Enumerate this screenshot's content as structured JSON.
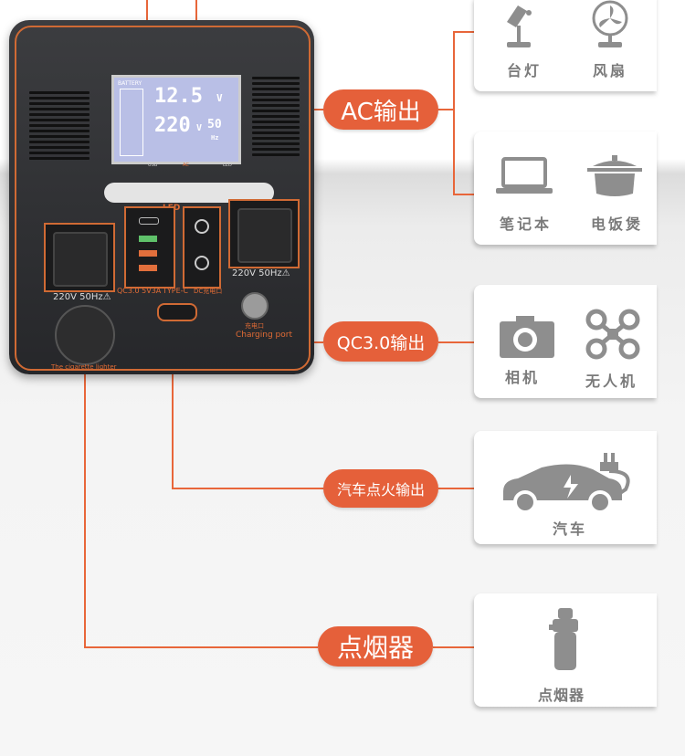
{
  "device": {
    "lcd": {
      "battery_label": "BATTERY",
      "voltage_dc": "12.5",
      "voltage_ac": "220",
      "frequency": "50",
      "unit_v": "V",
      "unit_hz": "Hz"
    },
    "indicators": [
      "USB",
      "AC",
      "LED"
    ],
    "led_label": "LED",
    "socket_left_label": "220V 50Hz⚠",
    "socket_right_label": "220V 50Hz⚠",
    "usb_label": "QC3.0 5V3A",
    "typec_label": "TYPE-C",
    "dc_label": "DC充电口",
    "charging_cn": "充电口",
    "charging_en": "Charging port",
    "lighter_label": "The cigarette lighter"
  },
  "callouts": {
    "ac": "AC输出",
    "qc": "QC3.0输出",
    "car": "汽车点火输出",
    "lighter": "点烟器"
  },
  "cards": {
    "ac1": {
      "left": "台灯",
      "right": "风扇",
      "left_icon": "desk-lamp-icon",
      "right_icon": "fan-icon"
    },
    "ac2": {
      "left": "笔记本",
      "right": "电饭煲",
      "left_icon": "laptop-icon",
      "right_icon": "rice-cooker-icon"
    },
    "qc": {
      "left": "相机",
      "right": "无人机",
      "left_icon": "camera-icon",
      "right_icon": "drone-icon"
    },
    "car": {
      "label": "汽车",
      "icon": "electric-car-icon"
    },
    "lighter": {
      "label": "点烟器",
      "icon": "cigarette-lighter-icon"
    }
  },
  "colors": {
    "accent": "#e5603a",
    "icon_gray": "#8e8e8e",
    "device_trim": "#d06a34"
  }
}
